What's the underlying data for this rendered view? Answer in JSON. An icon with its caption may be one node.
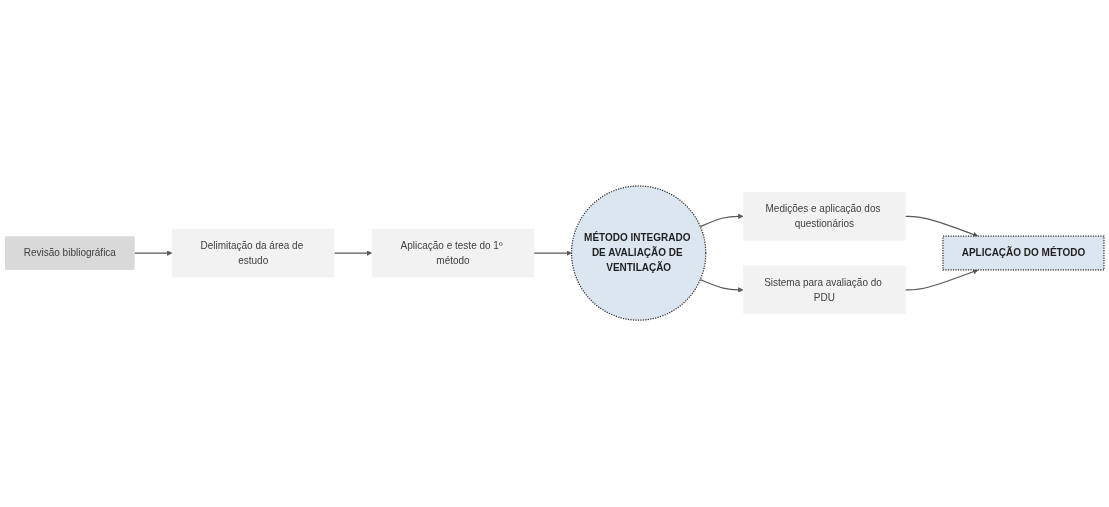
{
  "diagram": {
    "nodes": [
      {
        "text": [
          "Revisão bibliográfica"
        ]
      },
      {
        "text": [
          "Delimitação da área de estudo"
        ]
      },
      {
        "text": [
          "Aplicação e teste do 1º método"
        ]
      },
      {
        "text": [
          "MÉTODO INTEGRADO DE AVALIAÇÃO DE VENTILAÇÃO"
        ]
      },
      {
        "text": [
          "Medições e aplicação dos questionários"
        ]
      },
      {
        "text": [
          "Sistema para avaliação do PDU"
        ]
      },
      {
        "text": [
          "APLICAÇÃO DO MÉTODO"
        ]
      }
    ],
    "edges": [
      {
        "from": 0,
        "to": 1,
        "arrow": "to"
      },
      {
        "from": 1,
        "to": 2,
        "arrow": "to"
      },
      {
        "from": 2,
        "to": 3,
        "arrow": "to"
      },
      {
        "from": 3,
        "to": 4,
        "arrow": "to"
      },
      {
        "from": 3,
        "to": 5,
        "arrow": "to"
      },
      {
        "from": 4,
        "to": 6,
        "arrow": "to"
      },
      {
        "from": 5,
        "to": 6,
        "arrow": "to"
      }
    ]
  }
}
